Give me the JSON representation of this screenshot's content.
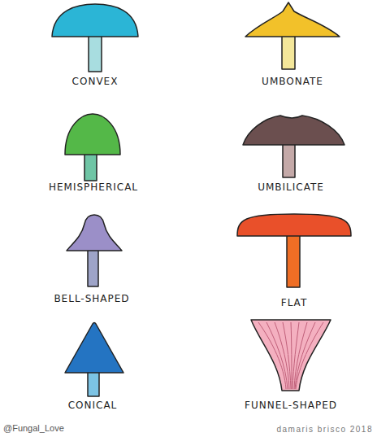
{
  "diagram": {
    "labels": [
      "CONVEX",
      "UMBONATE",
      "HEMISPHERICAL",
      "UMBILICATE",
      "BELL-SHAPED",
      "FLAT",
      "CONICAL",
      "FUNNEL-SHAPED",
      "@Fungal_Love",
      "damaris brisco 2018"
    ]
  }
}
